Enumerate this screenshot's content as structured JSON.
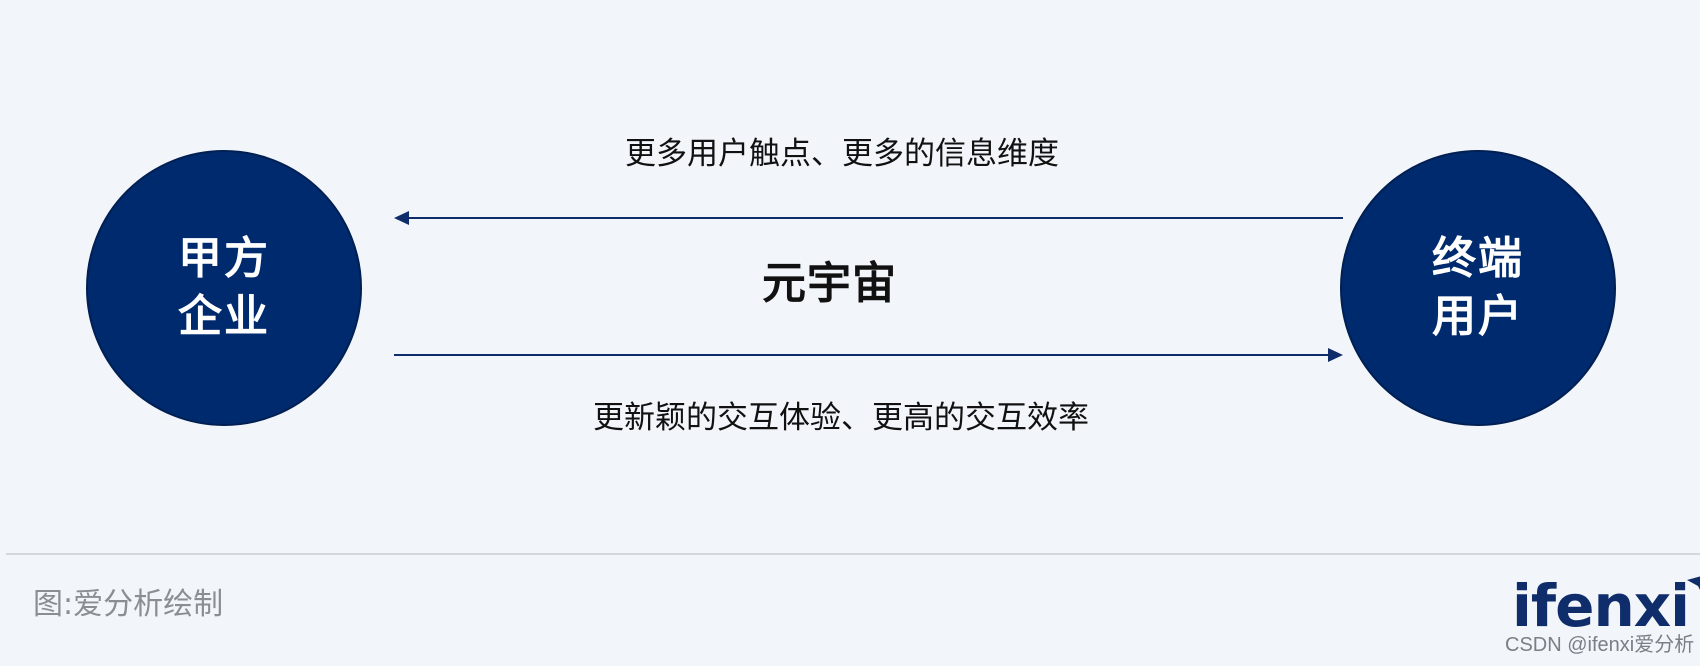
{
  "diagram": {
    "left_node": {
      "line1": "甲方",
      "line2": "企业"
    },
    "right_node": {
      "line1": "终端",
      "line2": "用户"
    },
    "center_label": "元宇宙",
    "top_flow_label": "更多用户触点、更多的信息维度",
    "bottom_flow_label": "更新颖的交互体验、更高的交互效率",
    "top_arrow_direction": "right-to-left",
    "bottom_arrow_direction": "left-to-right"
  },
  "footer": {
    "caption": "图:爱分析绘制",
    "brand_logo": "ifenxi",
    "watermark": "CSDN @ifenxi爱分析"
  },
  "colors": {
    "background": "#f2f5fa",
    "node_fill": "#002a6e",
    "arrow": "#0f2d6b",
    "brand": "#0f2d6b",
    "caption": "#8a8e93"
  }
}
